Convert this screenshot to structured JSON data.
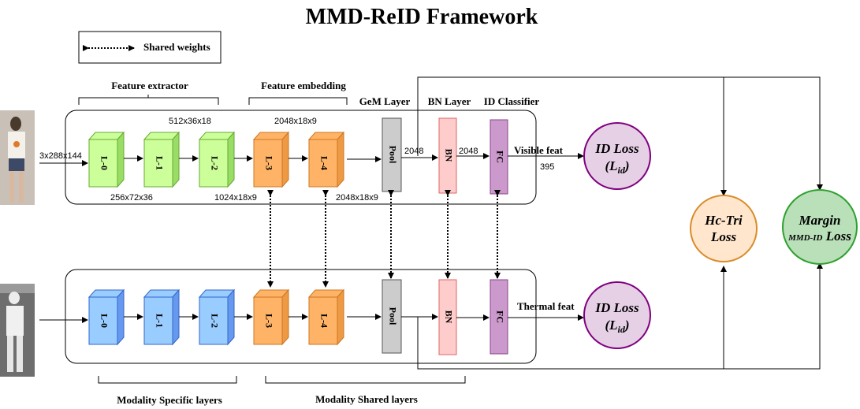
{
  "title": "MMD-ReID Framework",
  "legend": {
    "shared_weights": "Shared weights"
  },
  "groups": {
    "feature_extractor": "Feature extractor",
    "feature_embedding": "Feature embedding",
    "gem_layer": "GeM Layer",
    "bn_layer": "BN Layer",
    "id_classifier": "ID Classifier",
    "modality_specific": "Modality Specific layers",
    "modality_shared": "Modality Shared layers"
  },
  "dims": {
    "input": "3x288x144",
    "l0_out": "256x72x36",
    "l1_out": "512x36x18",
    "l2_out": "1024x18x9",
    "l3_out": "2048x18x9",
    "l4_out": "2048x18x9",
    "pool_out": "2048",
    "bn_out": "2048",
    "classes": "395"
  },
  "blocks": {
    "l0": "L-0",
    "l1": "L-1",
    "l2": "L-2",
    "l3": "L-3",
    "l4": "L-4",
    "pool": "Pool",
    "bn": "BN",
    "fc": "FC"
  },
  "features": {
    "visible": "Visible feat",
    "thermal": "Thermal feat"
  },
  "losses": {
    "id_loss": "ID Loss",
    "id_loss_sym": "L",
    "id_loss_sub": "id",
    "hc_tri_line1": "Hc-Tri",
    "hc_tri_line2": "Loss",
    "margin_line1": "Margin",
    "margin_line2_small": "MMD-ID",
    "margin_line2": "Loss"
  },
  "colors": {
    "green_block": "#ccff99",
    "blue_block": "#99ccff",
    "orange_block": "#ffb366",
    "pool": "#cccccc",
    "bn": "#ffcccc",
    "fc": "#cc99cc",
    "id_loss_fill": "#e6d0e6",
    "id_loss_stroke": "#800080",
    "hctri_fill": "#ffe6cc",
    "hctri_stroke": "#d98c2a",
    "margin_fill": "#b9e0b9",
    "margin_stroke": "#2ea02e"
  }
}
